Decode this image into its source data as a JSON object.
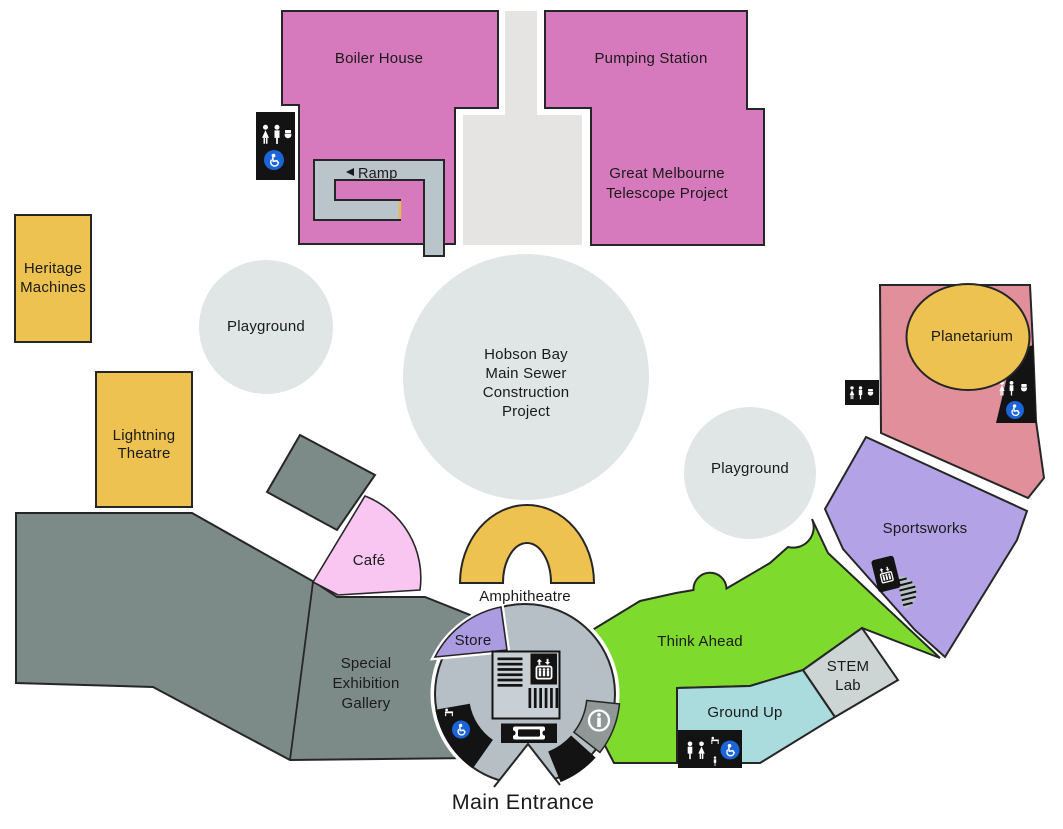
{
  "regions": {
    "boiler_house": {
      "label": "Boiler House"
    },
    "pumping_station": {
      "label": "Pumping Station"
    },
    "telescope_project": {
      "line1": "Great Melbourne",
      "line2": "Telescope Project"
    },
    "ramp": {
      "label": "Ramp"
    },
    "heritage_machines": {
      "line1": "Heritage",
      "line2": "Machines"
    },
    "lightning_theatre": {
      "line1": "Lightning",
      "line2": "Theatre"
    },
    "playground_west": {
      "label": "Playground"
    },
    "playground_east": {
      "label": "Playground"
    },
    "hobson_bay": {
      "line1": "Hobson Bay",
      "line2": "Main Sewer",
      "line3": "Construction",
      "line4": "Project"
    },
    "cafe": {
      "label": "Café"
    },
    "amphitheatre": {
      "label": "Amphitheatre"
    },
    "special_exhibition_gallery": {
      "line1": "Special",
      "line2": "Exhibition",
      "line3": "Gallery"
    },
    "store": {
      "label": "Store"
    },
    "think_ahead": {
      "label": "Think Ahead"
    },
    "ground_up": {
      "label": "Ground Up"
    },
    "stem_lab": {
      "line1": "STEM",
      "line2": "Lab"
    },
    "sportsworks": {
      "label": "Sportsworks"
    },
    "planetarium": {
      "label": "Planetarium"
    },
    "main_entrance": {
      "label": "Main Entrance"
    }
  },
  "colors": {
    "exhibit_pink": "#d77abd",
    "exhibit_yellow": "#eec250",
    "think_green": "#7edb2e",
    "groundup_teal": "#aadcdd",
    "sportsworks_purple": "#b3a3e6",
    "store_purple": "#ab9ce2",
    "planetarium_salmon": "#e28f9c",
    "cafe_pink": "#f9c6f2",
    "gallery_gray": "#7d8b88",
    "stem_gray": "#ccd4d4",
    "rotunda_gray": "#b6bfc6",
    "inner_block_gray": "#c9d0d5",
    "info_gray": "#8f9797",
    "walkway_gray": "#e5e4e3",
    "ramp_gray": "#bac4cb",
    "ground_circle_gray": "#e0e5e6",
    "icon_black": "#131313",
    "accessible_blue": "#1b65d9",
    "ramp_marker_yellow": "#edb94f"
  },
  "icons": {
    "toilets-icon": "man / woman / baby-change white figures on black block",
    "accessible-icon": "white wheelchair glyph on blue circle",
    "lift-icon": "up-down arrows above elevator car with passengers",
    "stairs-icon": "striped stair bars",
    "info-icon": "white letter i in a circle",
    "ticket-icon": "white ticket shape on black block",
    "ramp-arrow-icon": "left-pointing triangle"
  }
}
